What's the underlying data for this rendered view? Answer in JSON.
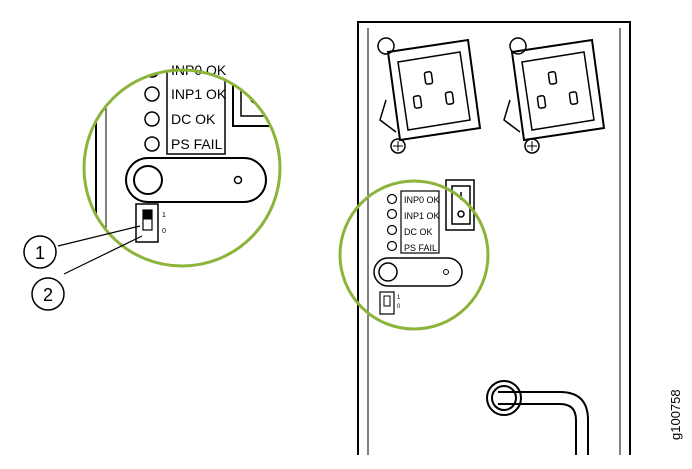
{
  "leds": [
    {
      "label": "INP0 OK"
    },
    {
      "label": "INP1 OK"
    },
    {
      "label": "DC OK"
    },
    {
      "label": "PS FAIL"
    }
  ],
  "switch": {
    "on_label": "1",
    "off_label": "0"
  },
  "callouts": [
    {
      "number": "1"
    },
    {
      "number": "2"
    }
  ],
  "figure_id": "g100758",
  "colors": {
    "highlight_ring": "#8cb33a",
    "line": "#000000"
  }
}
